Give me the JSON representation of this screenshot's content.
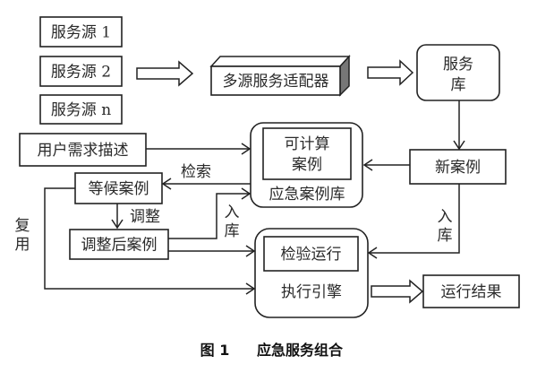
{
  "diagram": {
    "sources": [
      "服务源 1",
      "服务源 2",
      "服务源 n"
    ],
    "adapter": "多源服务适配器",
    "service_repo": [
      "服务",
      "库"
    ],
    "new_case": "新案例",
    "user_need": "用户需求描述",
    "case_lib": {
      "title": "应急案例库",
      "inner": [
        "可计算",
        "案例"
      ]
    },
    "waiting_case": "等候案例",
    "adjusted_case": "调整后案例",
    "engine": {
      "title": "执行引擎",
      "inner": "检验运行"
    },
    "result": "运行结果",
    "edge_labels": {
      "retrieve": "检索",
      "adjust": "调整",
      "store_left": [
        "入",
        "库"
      ],
      "store_right": [
        "入",
        "库"
      ],
      "reuse": [
        "复",
        "用"
      ]
    },
    "caption": {
      "number": "图 1",
      "title": "应急服务组合"
    }
  }
}
